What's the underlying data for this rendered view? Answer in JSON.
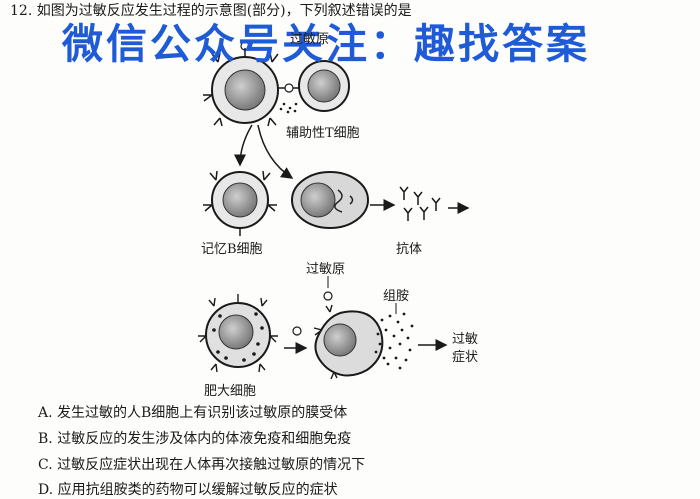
{
  "question": {
    "number": "12.",
    "stem": "如图为过敏反应发生过程的示意图(部分)，下列叙述错误的是"
  },
  "watermark": "微信公众号关注：趣找答案",
  "figure": {
    "allergen_top": "过敏原",
    "helper_t_cell": "辅助性T细胞",
    "memory_b_cell": "记忆B细胞",
    "antibody": "抗体",
    "allergen_mid": "过敏原",
    "histamine": "组胺",
    "mast_cell": "肥大细胞",
    "symptom_line1": "过敏",
    "symptom_line2": "症状"
  },
  "options": [
    {
      "letter": "A.",
      "text": "发生过敏的人B细胞上有识别该过敏原的膜受体"
    },
    {
      "letter": "B.",
      "text": "过敏反应的发生涉及体内的体液免疫和细胞免疫"
    },
    {
      "letter": "C.",
      "text": "过敏反应症状出现在人体再次接触过敏原的情况下"
    },
    {
      "letter": "D.",
      "text": "应用抗组胺类的药物可以缓解过敏反应的症状"
    }
  ],
  "colors": {
    "watermark": "#1f5bd6",
    "ink": "#1a1a1a",
    "cell_fill": "#e8e8e8",
    "nucleus": "#9a9a9a"
  }
}
